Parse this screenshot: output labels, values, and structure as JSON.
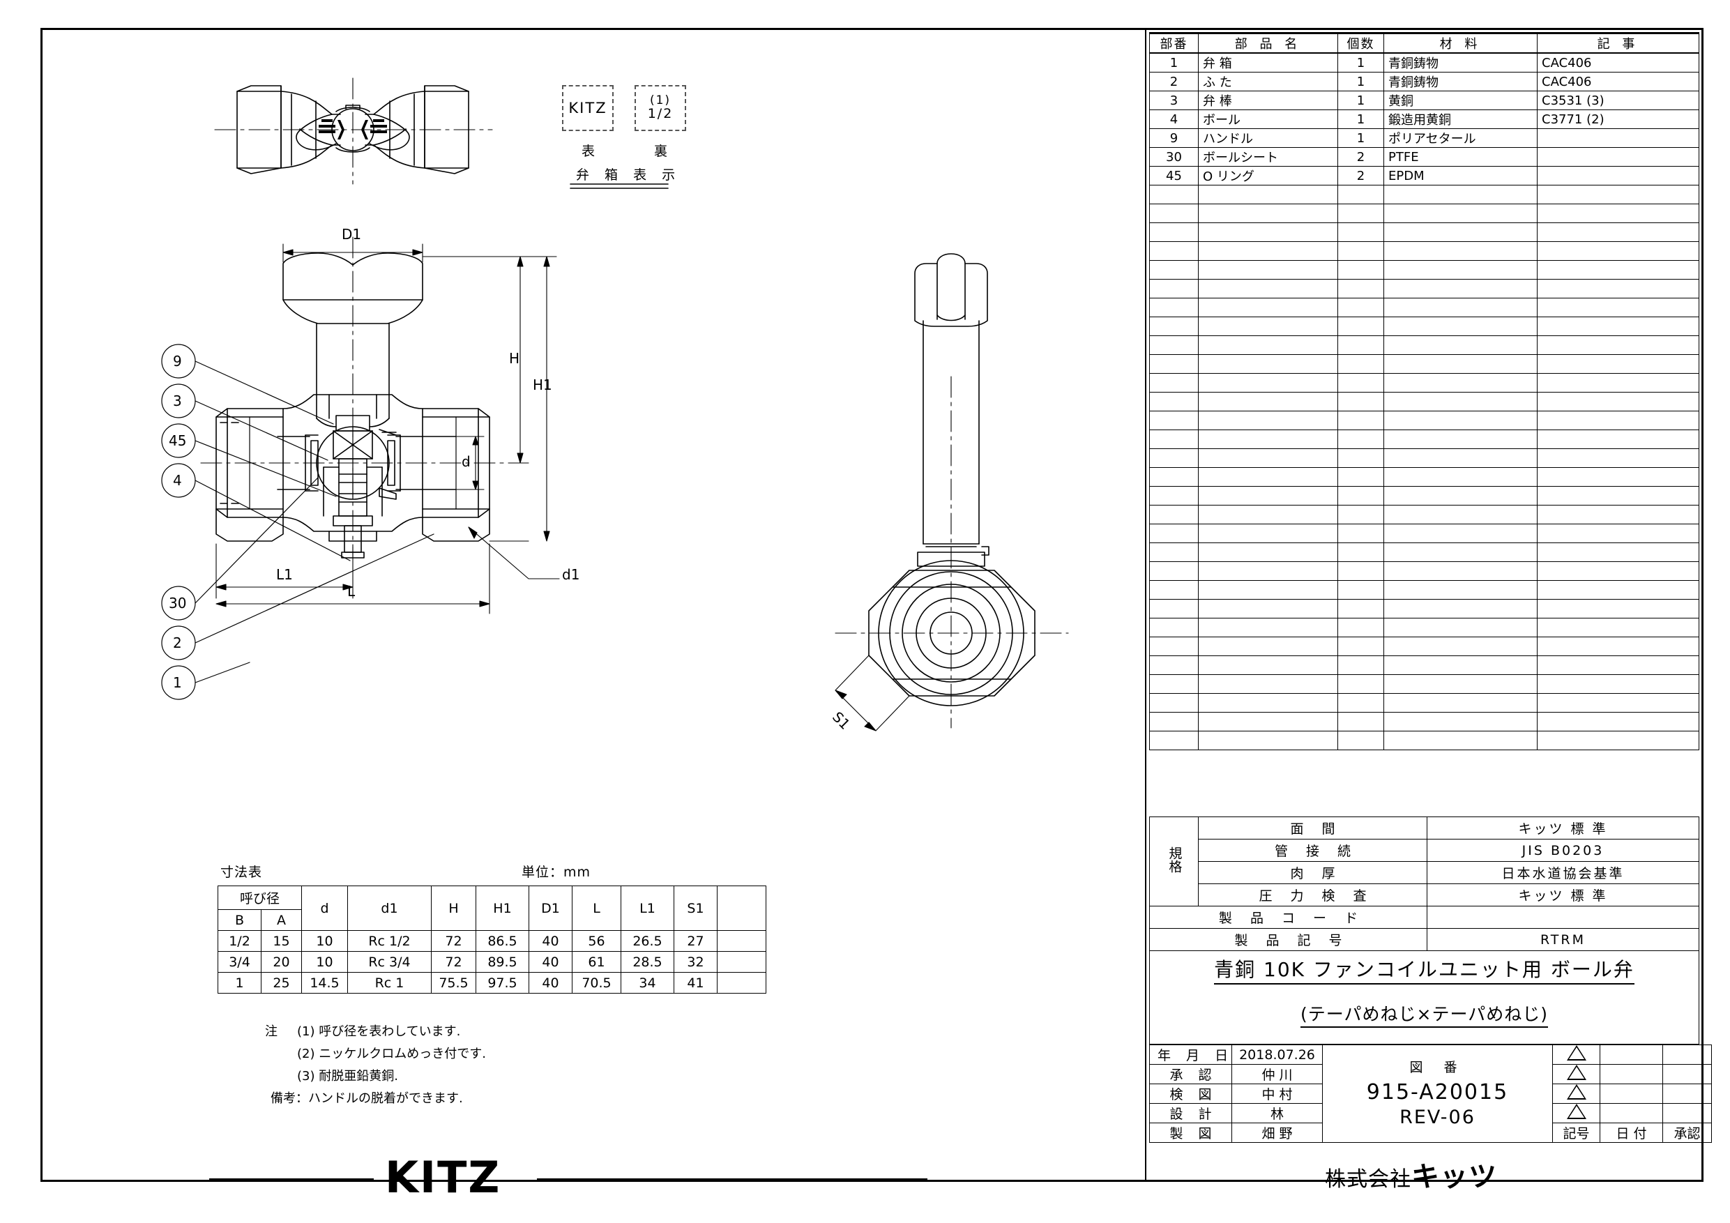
{
  "parts_list": {
    "headers": [
      "部番",
      "部 品 名",
      "個数",
      "材      料",
      "記      事"
    ],
    "rows": [
      {
        "no": "1",
        "name": "弁 箱",
        "qty": "1",
        "material": "青銅鋳物",
        "remarks": "CAC406"
      },
      {
        "no": "2",
        "name": "ふ た",
        "qty": "1",
        "material": "青銅鋳物",
        "remarks": "CAC406"
      },
      {
        "no": "3",
        "name": "弁 棒",
        "qty": "1",
        "material": "黄銅",
        "remarks": "C3531 (3)"
      },
      {
        "no": "4",
        "name": "ボール",
        "qty": "1",
        "material": "鍛造用黄銅",
        "remarks": "C3771 (2)"
      },
      {
        "no": "9",
        "name": "ハンドル",
        "qty": "1",
        "material": "ポリアセタール",
        "remarks": ""
      },
      {
        "no": "30",
        "name": "ボールシート",
        "qty": "2",
        "material": "PTFE",
        "remarks": ""
      },
      {
        "no": "45",
        "name": "O リング",
        "qty": "2",
        "material": "EPDM",
        "remarks": ""
      }
    ],
    "empty_row_count": 30
  },
  "body_marking": {
    "front_text": "KITZ",
    "back_line1": "(1)",
    "back_line2": "1/2",
    "front_label": "表",
    "back_label": "裏",
    "caption": "弁 箱 表 示"
  },
  "balloons": {
    "upper": [
      "9",
      "3",
      "45",
      "4"
    ],
    "lower": [
      "30",
      "2",
      "1"
    ]
  },
  "dimension_labels": {
    "d1_top": "D1",
    "h": "H",
    "h1": "H1",
    "d": "d",
    "l": "L",
    "l1": "L1",
    "d1_bottom": "d1",
    "s1": "S1"
  },
  "dim_table": {
    "caption": "寸法表",
    "unit": "単位：mm",
    "group_header": "呼び径",
    "headers": [
      "B",
      "A",
      "d",
      "d1",
      "H",
      "H1",
      "D1",
      "L",
      "L1",
      "S1",
      ""
    ],
    "rows": [
      [
        "1/2",
        "15",
        "10",
        "Rc 1/2",
        "72",
        "86.5",
        "40",
        "56",
        "26.5",
        "27",
        ""
      ],
      [
        "3/4",
        "20",
        "10",
        "Rc 3/4",
        "72",
        "89.5",
        "40",
        "61",
        "28.5",
        "32",
        ""
      ],
      [
        "1",
        "25",
        "14.5",
        "Rc 1",
        "75.5",
        "97.5",
        "40",
        "70.5",
        "34",
        "41",
        ""
      ]
    ],
    "notes_label": "注",
    "notes": [
      "(1)   呼び径を表わしています.",
      "(2)   ニッケルクロムめっき付です.",
      "(3)   耐脱亜鉛黄銅."
    ],
    "remark": "備考：ハンドルの脱着ができます."
  },
  "standards": {
    "group_label": "規格",
    "rows": [
      {
        "label": "面        間",
        "value": "キッツ 標 準"
      },
      {
        "label": "管    接    続",
        "value": "JIS B0203"
      },
      {
        "label": "肉        厚",
        "value": "日本水道協会基準"
      },
      {
        "label": "圧  力  検  査",
        "value": "キッツ 標 準"
      }
    ],
    "product_code_label": "製 品 コ ー ド",
    "product_code_value": "",
    "product_symbol_label": "製 品 記 号",
    "product_symbol_value": "RTRM"
  },
  "title": {
    "line1": "青銅  10K  ファンコイルユニット用  ボール弁",
    "line2": "(テーパめねじ×テーパめねじ)"
  },
  "approval": {
    "date_label": "年 月 日",
    "date_value": "2018.07.26",
    "rows": [
      {
        "label": "承      認",
        "name": "仲  川"
      },
      {
        "label": "検      図",
        "name": "中  村"
      },
      {
        "label": "設      計",
        "name": "林"
      },
      {
        "label": "製      図",
        "name": "畑  野"
      }
    ],
    "dwgno_label": "図        番",
    "dwgno": "915-A20015",
    "rev": "REV-06",
    "rev_headers": [
      "記号",
      "日   付",
      "承認"
    ],
    "rev_rows": [
      {
        "mark": "△",
        "date": "",
        "appr": ""
      },
      {
        "mark": "△",
        "date": "",
        "appr": ""
      },
      {
        "mark": "△",
        "date": "",
        "appr": ""
      },
      {
        "mark": "△",
        "date": "",
        "appr": ""
      }
    ]
  },
  "footer": {
    "logo": "KITZ",
    "company_prefix": "株式会社",
    "company_name": "キッツ"
  },
  "colors": {
    "line": "#000000",
    "thin": "#222222",
    "dash": "#555555"
  }
}
